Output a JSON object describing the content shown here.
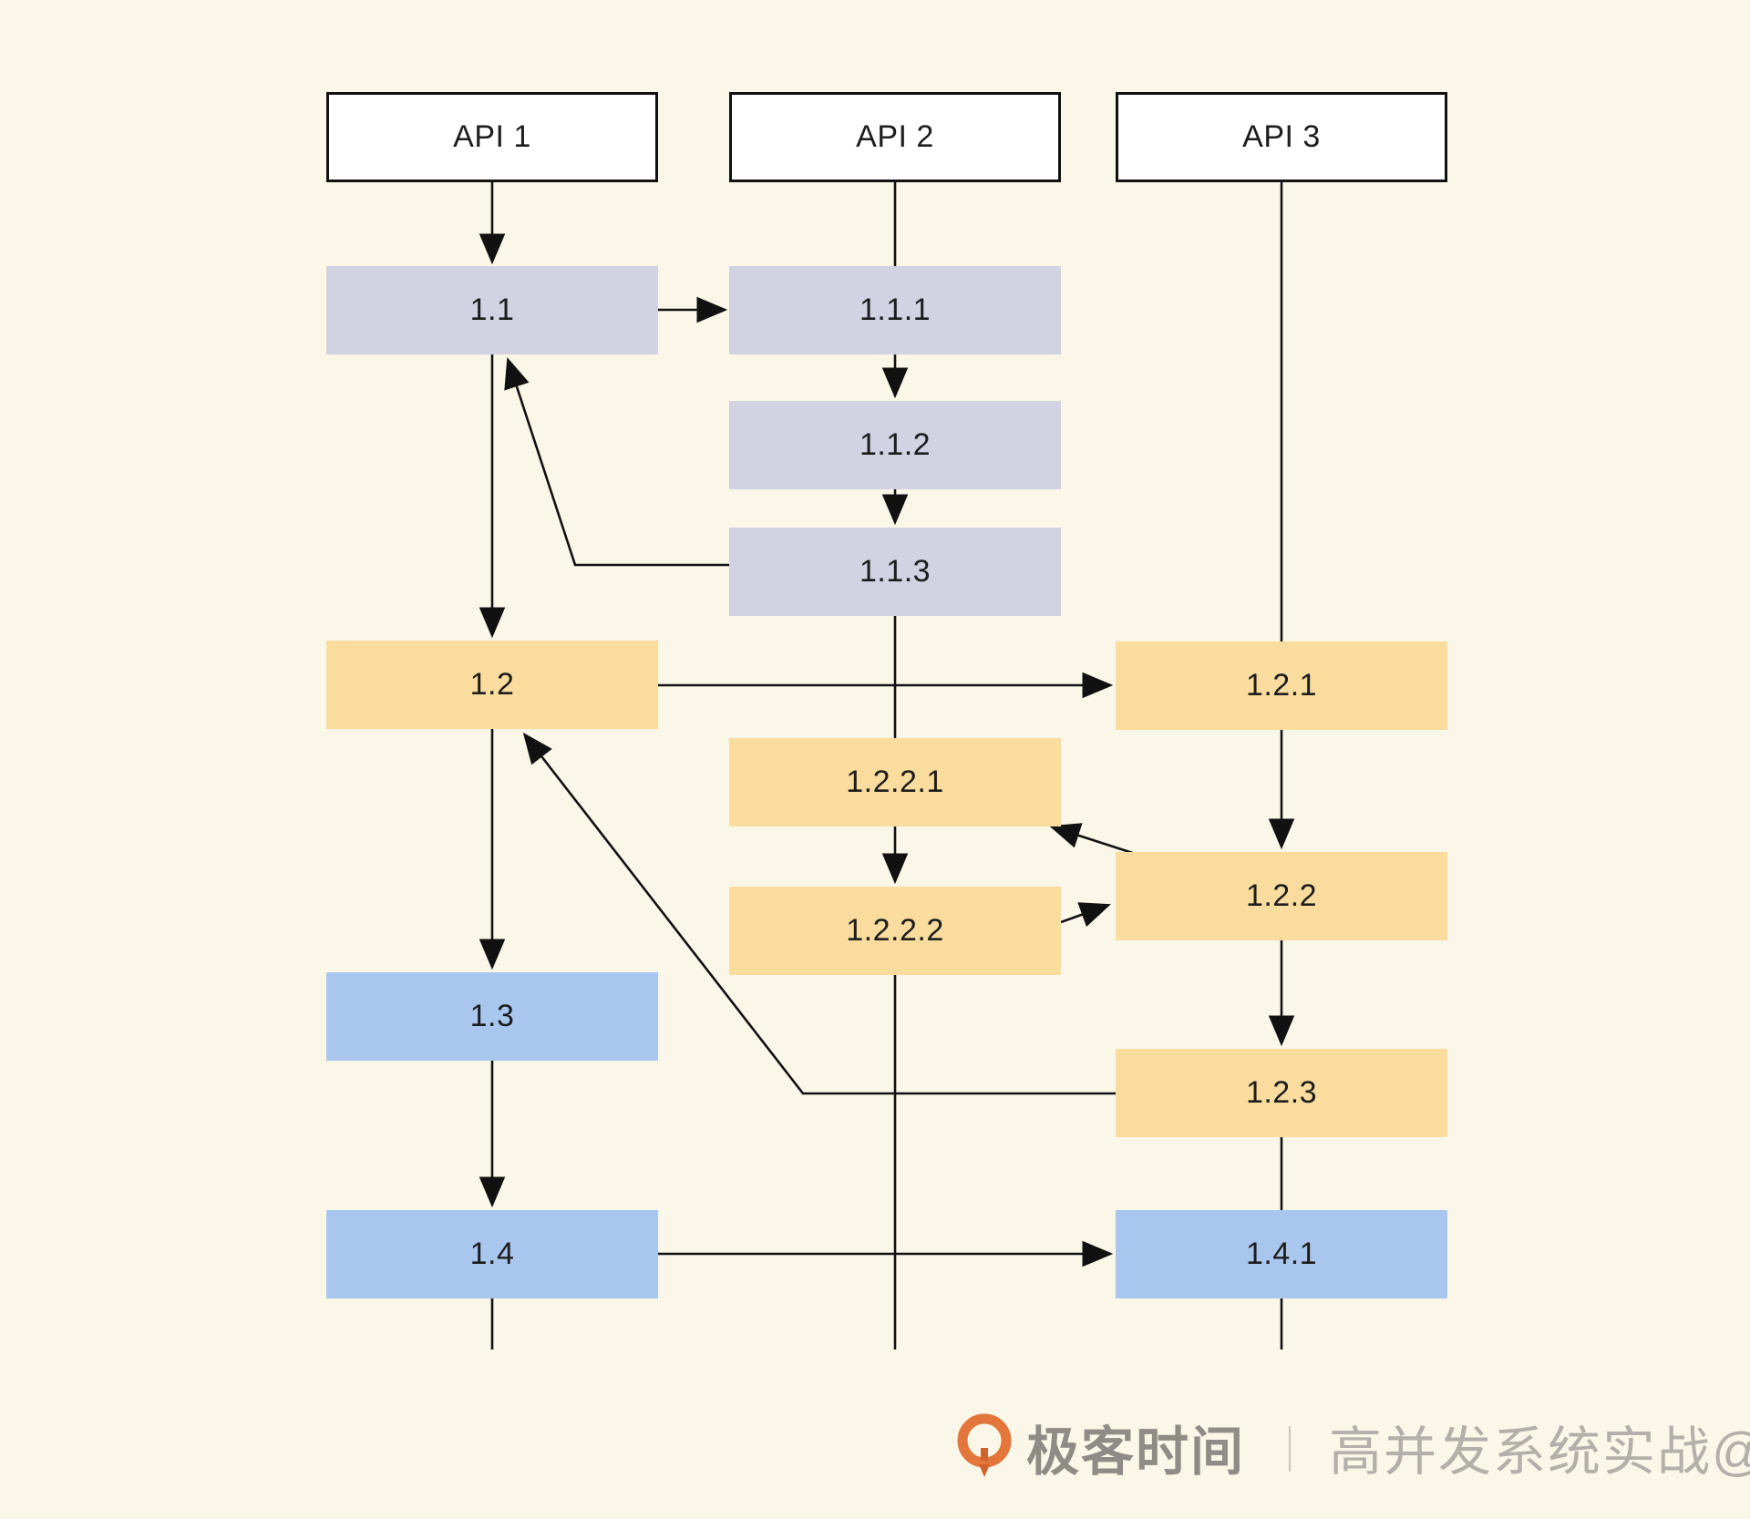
{
  "columns": [
    {
      "label": "API 1"
    },
    {
      "label": "API 2"
    },
    {
      "label": "API 3"
    }
  ],
  "nodes": [
    {
      "id": "1.1",
      "label": "1.1",
      "color": "lavender",
      "column": "API 1"
    },
    {
      "id": "1.1.1",
      "label": "1.1.1",
      "color": "lavender",
      "column": "API 2"
    },
    {
      "id": "1.1.2",
      "label": "1.1.2",
      "color": "lavender",
      "column": "API 2"
    },
    {
      "id": "1.1.3",
      "label": "1.1.3",
      "color": "lavender",
      "column": "API 2"
    },
    {
      "id": "1.2",
      "label": "1.2",
      "color": "yellow",
      "column": "API 1"
    },
    {
      "id": "1.2.1",
      "label": "1.2.1",
      "color": "yellow",
      "column": "API 3"
    },
    {
      "id": "1.2.2.1",
      "label": "1.2.2.1",
      "color": "yellow",
      "column": "API 2"
    },
    {
      "id": "1.2.2",
      "label": "1.2.2",
      "color": "yellow",
      "column": "API 3"
    },
    {
      "id": "1.2.2.2",
      "label": "1.2.2.2",
      "color": "yellow",
      "column": "API 2"
    },
    {
      "id": "1.3",
      "label": "1.3",
      "color": "blue",
      "column": "API 1"
    },
    {
      "id": "1.2.3",
      "label": "1.2.3",
      "color": "yellow",
      "column": "API 3"
    },
    {
      "id": "1.4",
      "label": "1.4",
      "color": "blue",
      "column": "API 1"
    },
    {
      "id": "1.4.1",
      "label": "1.4.1",
      "color": "blue",
      "column": "API 3"
    }
  ],
  "edges": [
    {
      "from": "API 1",
      "to": "1.1",
      "arrow": true
    },
    {
      "from": "API 2",
      "to": "1.1.1",
      "arrow": false
    },
    {
      "from": "API 3",
      "to": "1.2.1",
      "arrow": false
    },
    {
      "from": "1.1",
      "to": "1.1.1",
      "arrow": true
    },
    {
      "from": "1.1.1",
      "to": "1.1.2",
      "arrow": true
    },
    {
      "from": "1.1.2",
      "to": "1.1.3",
      "arrow": true
    },
    {
      "from": "1.1.3",
      "to": "1.1",
      "arrow": true
    },
    {
      "from": "1.1",
      "to": "1.2",
      "arrow": true
    },
    {
      "from": "1.2",
      "to": "1.2.1",
      "arrow": true
    },
    {
      "from": "1.2.2.1",
      "to": "1.2.2.2",
      "arrow": true
    },
    {
      "from": "1.2.2",
      "to": "1.2.2.1",
      "arrow": true
    },
    {
      "from": "1.2.2.2",
      "to": "1.2.2",
      "arrow": true
    },
    {
      "from": "1.2.1",
      "to": "1.2.2",
      "arrow": true
    },
    {
      "from": "1.2.2",
      "to": "1.2.3",
      "arrow": true
    },
    {
      "from": "1.2.3",
      "to": "1.2",
      "arrow": true
    },
    {
      "from": "1.2",
      "to": "1.3",
      "arrow": true
    },
    {
      "from": "1.3",
      "to": "1.4",
      "arrow": true
    },
    {
      "from": "1.4",
      "to": "1.4.1",
      "arrow": true
    }
  ],
  "watermark": {
    "brand": "极客时间",
    "divider": "｜",
    "credit": "高并发系统实战@蓝天"
  },
  "colors": {
    "background": "#faf6e8",
    "lavender": "#d2d2e2",
    "yellow": "#fadc9e",
    "blue": "#a9c7ee",
    "line": "#111111",
    "header_bg": "#ffffff",
    "header_border": "#111111",
    "watermark_brand": "#8e8c85",
    "watermark_credit": "#b2b0a8",
    "logo_orange": "#e2763b"
  }
}
